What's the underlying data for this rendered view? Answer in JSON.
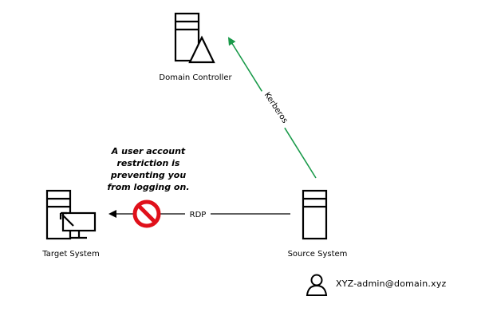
{
  "nodes": {
    "domain_controller": "Domain Controller",
    "target_system": "Target System",
    "source_system": "Source System"
  },
  "edges": {
    "kerberos": "Kerberos",
    "rdp": "RDP"
  },
  "error_message": "A user account restriction is preventing you from logging on.",
  "user": {
    "account": "XYZ-admin@domain.xyz",
    "icon": "user-icon"
  },
  "colors": {
    "kerberos_arrow": "#1a9a4a",
    "blocked_sign": "#e0101a",
    "rdp_arrow": "#000000"
  }
}
